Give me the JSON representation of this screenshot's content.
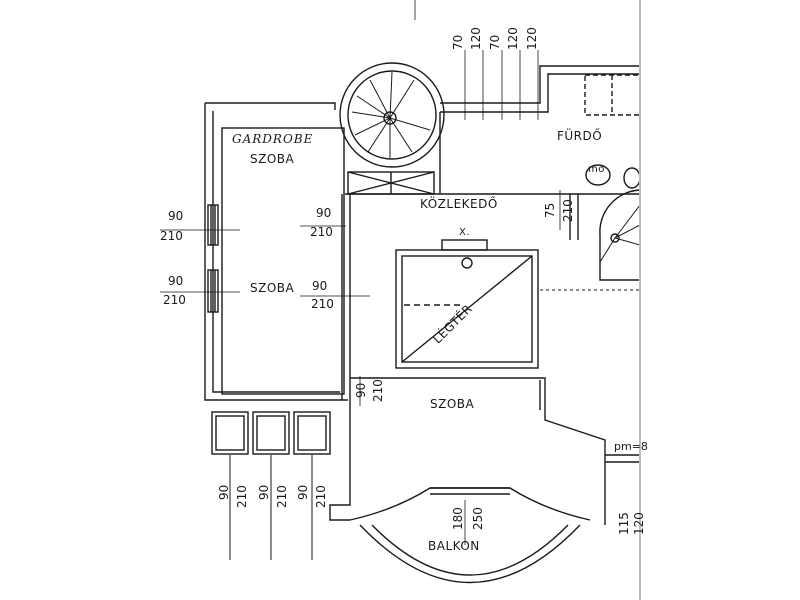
{
  "rooms": {
    "gardrobe": "GARDROBE",
    "szoba_top": "SZOBA",
    "szoba_mid": "SZOBA",
    "szoba_main": "SZOBA",
    "kozlekedo": "KÖZLEKEDŐ",
    "furdo": "FÜRDŐ",
    "legter": "LÉGTÉR",
    "balkon": "BALKON",
    "x_mark": "X."
  },
  "dimensions": {
    "top_stack": [
      "70",
      "120",
      "70",
      "120",
      "120"
    ],
    "left_window_1": {
      "w": "90",
      "h": "210"
    },
    "left_window_2": {
      "w": "90",
      "h": "210"
    },
    "door_1": {
      "w": "90",
      "h": "210"
    },
    "door_2": {
      "w": "90",
      "h": "210"
    },
    "door_3": {
      "w": "90",
      "h": "210"
    },
    "furdo_door": {
      "w": "75",
      "h": "210"
    },
    "bottom_windows": [
      "90",
      "210",
      "90",
      "210",
      "90",
      "210"
    ],
    "balkon_door": [
      "180",
      "250"
    ],
    "right_edge": [
      "115",
      "120"
    ],
    "right_label": "pm=8",
    "furdo_sink": "mo"
  },
  "colors": {
    "ink": "#1a1a1a",
    "paper": "#ffffff"
  }
}
